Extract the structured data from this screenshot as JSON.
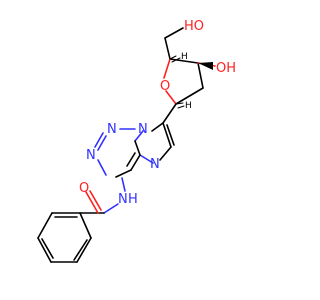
{
  "colors": {
    "background": "#ffffff",
    "carbon_bond": "#000000",
    "nitrogen": "#3030ff",
    "oxygen": "#ff2020"
  },
  "atoms": {
    "ho_top": "HO",
    "oh_right": "OH",
    "ring_oxygen": "O",
    "triazine_n1": "N",
    "triazine_n2": "N",
    "triazine_n3": "N",
    "imidazole_n": "N",
    "amide_n": "N",
    "amide_h": "H",
    "carbonyl_oxygen": "O",
    "stereo_h_c4": "H",
    "stereo_h_c1": "H"
  }
}
